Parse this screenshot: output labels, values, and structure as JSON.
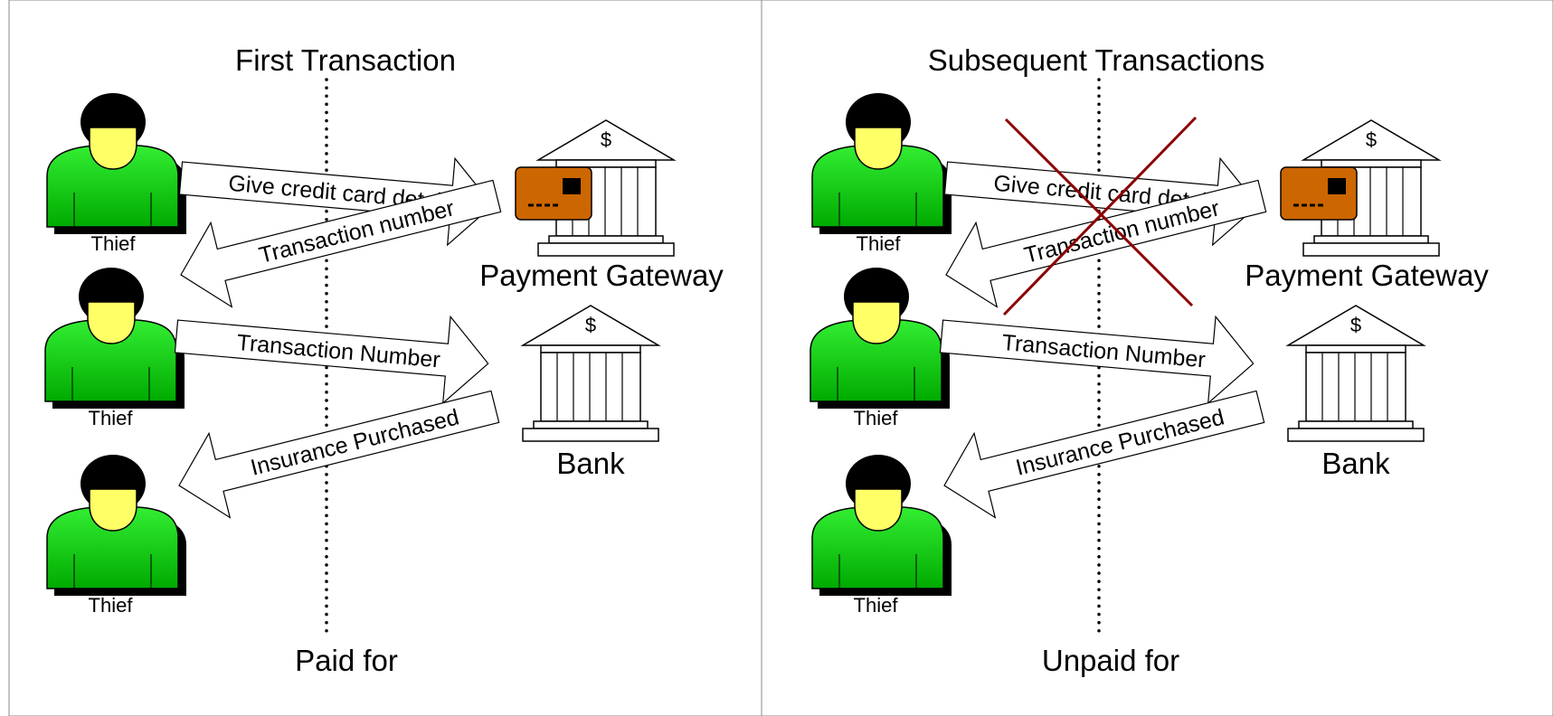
{
  "colors": {
    "person_body": "#22cc22",
    "person_face": "#ffff66",
    "card": "#cc6600",
    "cross": "#8b0000"
  },
  "panels": [
    {
      "title": "First Transaction",
      "footer": "Paid for",
      "actors": {
        "thief": "Thief",
        "gateway": "Payment Gateway",
        "bank": "Bank",
        "currency": "$"
      },
      "arrows": {
        "give_card": "Give credit card details",
        "transaction_number": "Transaction number",
        "transaction_number_to_bank": "Transaction Number",
        "insurance": "Insurance Purchased"
      },
      "crossed_out": false
    },
    {
      "title": "Subsequent Transactions",
      "footer": "Unpaid for",
      "actors": {
        "thief": "Thief",
        "gateway": "Payment Gateway",
        "bank": "Bank",
        "currency": "$"
      },
      "arrows": {
        "give_card": "Give credit card details",
        "transaction_number": "Transaction number",
        "transaction_number_to_bank": "Transaction Number",
        "insurance": "Insurance Purchased"
      },
      "crossed_out": true
    }
  ]
}
